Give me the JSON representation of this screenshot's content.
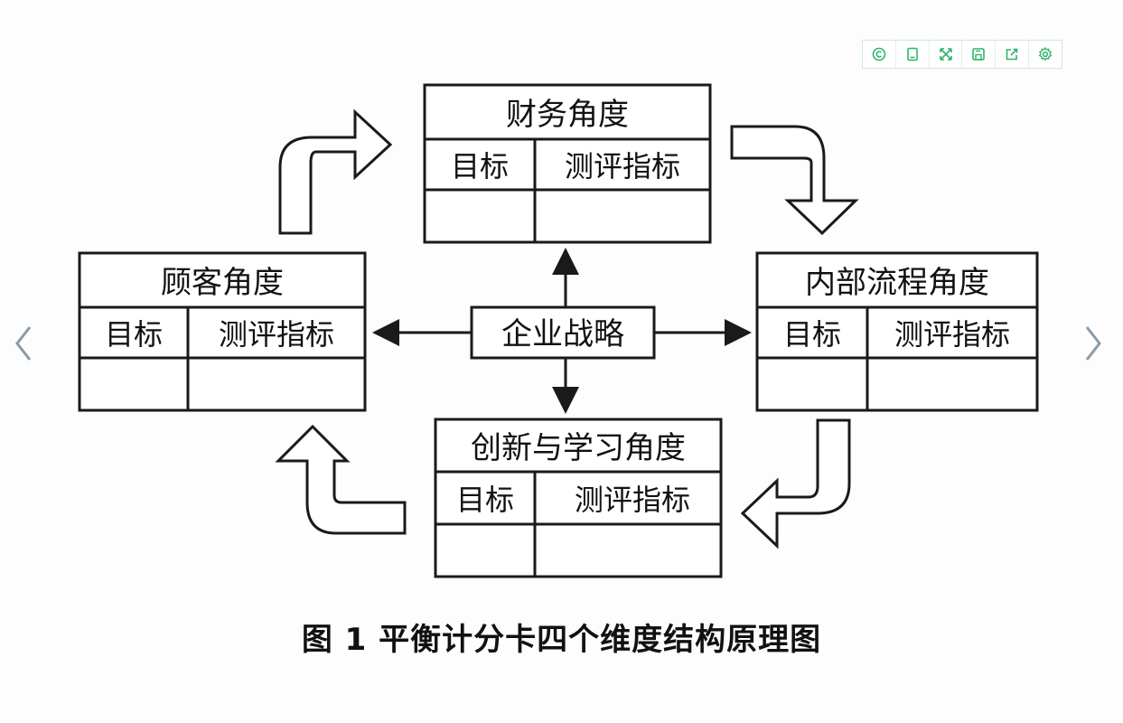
{
  "diagram": {
    "center": "企业战略",
    "finance": {
      "title": "财务角度",
      "col1": "目标",
      "col2": "测评指标"
    },
    "customer": {
      "title": "顾客角度",
      "col1": "目标",
      "col2": "测评指标"
    },
    "process": {
      "title": "内部流程角度",
      "col1": "目标",
      "col2": "测评指标"
    },
    "learning": {
      "title": "创新与学习角度",
      "col1": "目标",
      "col2": "测评指标"
    }
  },
  "caption": "图 1  平衡计分卡四个维度结构原理图",
  "toolbar": {
    "icons": [
      "ocr-icon",
      "bookmark-icon",
      "fullscreen-icon",
      "save-icon",
      "share-icon",
      "settings-icon"
    ],
    "accent": "#2fb36a"
  },
  "colors": {
    "line": "#1a1a1a",
    "nav_arrow": "#8a9aa8"
  }
}
